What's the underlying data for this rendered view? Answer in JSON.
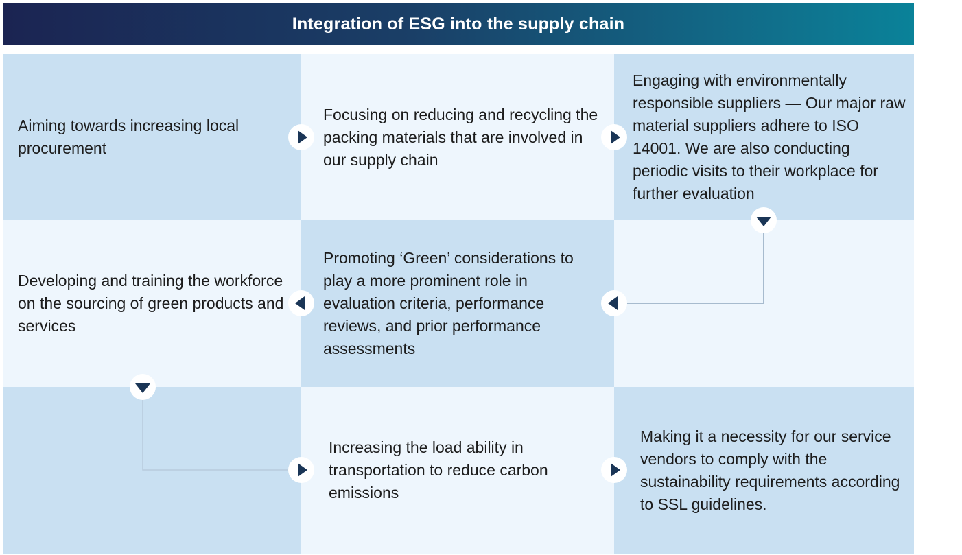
{
  "title": "Integration of ESG into the supply chain",
  "colors": {
    "header_start": "#1b2452",
    "header_end": "#0a8299",
    "cell_dark": "#c9e0f2",
    "cell_light": "#eef6fd",
    "arrow": "#1a3556",
    "connector": "#8fa7bf"
  },
  "steps": [
    "Aiming towards increasing local procurement",
    "Focusing on reducing and recycling the packing materials that are involved in our supply chain",
    "Engaging with environmentally responsible suppliers — Our major raw material suppliers adhere to ISO 14001. We are also conducting periodic visits to their workplace for further evaluation",
    "Promoting ‘Green’ considerations to play a more prominent role in evaluation criteria, performance reviews, and prior performance assessments",
    "Developing and training the workforce on the sourcing of green products and services",
    "Increasing the load ability in transportation to reduce carbon emissions",
    "Making it a necessity for our service vendors to comply with the sustainability requirements according to SSL guidelines."
  ],
  "icons": {
    "right": "arrow-right-icon",
    "left": "arrow-left-icon",
    "down": "arrow-down-icon"
  }
}
